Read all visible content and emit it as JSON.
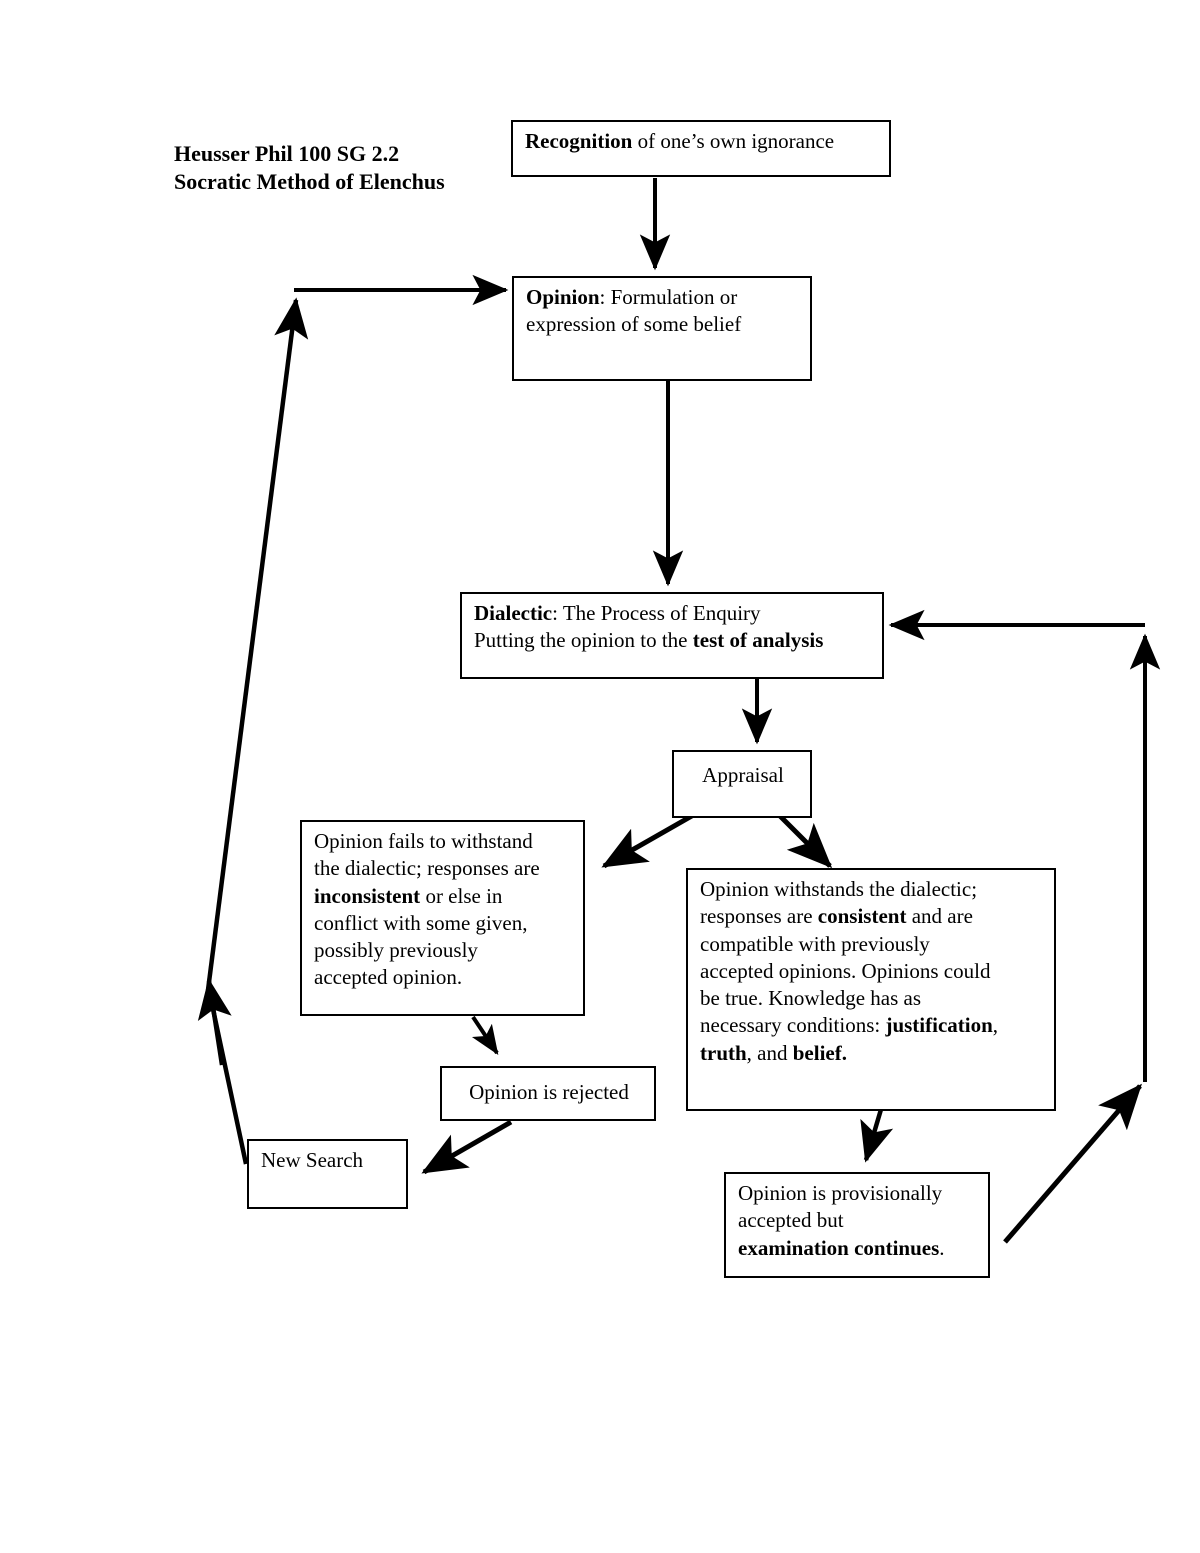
{
  "header": {
    "line1": "Heusser Phil 100 SG 2.2",
    "line2": "Socratic Method of Elenchus"
  },
  "diagram": {
    "type": "flowchart",
    "title": "Socratic Method of Elenchus",
    "stroke_color": "#000000",
    "background_color": "#ffffff",
    "nodes": [
      {
        "id": "recognition",
        "name": "recognition-node",
        "lines": [
          [
            {
              "t": "Recognition",
              "b": true
            },
            {
              "t": " of one’s own ignorance",
              "b": false
            }
          ]
        ]
      },
      {
        "id": "opinion",
        "name": "opinion-node",
        "lines": [
          [
            {
              "t": "Opinion",
              "b": true
            },
            {
              "t": ": Formulation or",
              "b": false
            }
          ],
          [
            {
              "t": "expression of some belief",
              "b": false
            }
          ]
        ]
      },
      {
        "id": "dialectic",
        "name": "dialectic-node",
        "lines": [
          [
            {
              "t": "Dialectic",
              "b": true
            },
            {
              "t": ": The Process of Enquiry",
              "b": false
            }
          ],
          [
            {
              "t": "Putting the opinion to the ",
              "b": false
            },
            {
              "t": "test of analysis",
              "b": true
            }
          ]
        ]
      },
      {
        "id": "appraisal",
        "name": "appraisal-node",
        "lines": [
          [
            {
              "t": "Appraisal",
              "b": false
            }
          ]
        ]
      },
      {
        "id": "fails",
        "name": "opinion-fails-node",
        "lines": [
          [
            {
              "t": "Opinion fails to withstand",
              "b": false
            }
          ],
          [
            {
              "t": "the dialectic; responses are",
              "b": false
            }
          ],
          [
            {
              "t": "inconsistent",
              "b": true
            },
            {
              "t": " or else in",
              "b": false
            }
          ],
          [
            {
              "t": "conflict with some given,",
              "b": false
            }
          ],
          [
            {
              "t": "possibly previously",
              "b": false
            }
          ],
          [
            {
              "t": "accepted opinion.",
              "b": false
            }
          ]
        ]
      },
      {
        "id": "withstands",
        "name": "opinion-withstands-node",
        "lines": [
          [
            {
              "t": "Opinion withstands the dialectic;",
              "b": false
            }
          ],
          [
            {
              "t": "responses are ",
              "b": false
            },
            {
              "t": "consistent",
              "b": true
            },
            {
              "t": " and are",
              "b": false
            }
          ],
          [
            {
              "t": "compatible with previously",
              "b": false
            }
          ],
          [
            {
              "t": "accepted opinions.  Opinions could",
              "b": false
            }
          ],
          [
            {
              "t": "be true.  Knowledge has as",
              "b": false
            }
          ],
          [
            {
              "t": "necessary conditions: ",
              "b": false
            },
            {
              "t": "justification",
              "b": true
            },
            {
              "t": ",",
              "b": false
            }
          ],
          [
            {
              "t": "truth",
              "b": true
            },
            {
              "t": ", and ",
              "b": false
            },
            {
              "t": "belief.",
              "b": true
            }
          ]
        ]
      },
      {
        "id": "rejected",
        "name": "opinion-rejected-node",
        "lines": [
          [
            {
              "t": "Opinion is rejected",
              "b": false
            }
          ]
        ]
      },
      {
        "id": "newsearch",
        "name": "new-search-node",
        "lines": [
          [
            {
              "t": "New Search",
              "b": false
            }
          ]
        ]
      },
      {
        "id": "provisional",
        "name": "opinion-provisional-node",
        "lines": [
          [
            {
              "t": "Opinion is provisionally",
              "b": false
            }
          ],
          [
            {
              "t": "accepted but",
              "b": false
            }
          ],
          [
            {
              "t": "examination continues",
              "b": true
            },
            {
              "t": ".",
              "b": false
            }
          ]
        ]
      }
    ],
    "edges": [
      {
        "name": "recognition-to-opinion-arrow",
        "from": "recognition",
        "to": "opinion"
      },
      {
        "name": "opinion-to-dialectic-arrow",
        "from": "opinion",
        "to": "dialectic"
      },
      {
        "name": "dialectic-to-appraisal-arrow",
        "from": "dialectic",
        "to": "appraisal"
      },
      {
        "name": "appraisal-to-fails-arrow",
        "from": "appraisal",
        "to": "fails"
      },
      {
        "name": "appraisal-to-withstands-arrow",
        "from": "appraisal",
        "to": "withstands"
      },
      {
        "name": "fails-to-rejected-arrow",
        "from": "fails",
        "to": "rejected"
      },
      {
        "name": "rejected-to-newsearch-arrow",
        "from": "rejected",
        "to": "newsearch"
      },
      {
        "name": "newsearch-to-opinion-feedback-arrow",
        "from": "newsearch",
        "to": "opinion"
      },
      {
        "name": "withstands-to-provisional-arrow",
        "from": "withstands",
        "to": "provisional"
      },
      {
        "name": "provisional-to-dialectic-feedback-arrow",
        "from": "provisional",
        "to": "dialectic"
      }
    ]
  }
}
